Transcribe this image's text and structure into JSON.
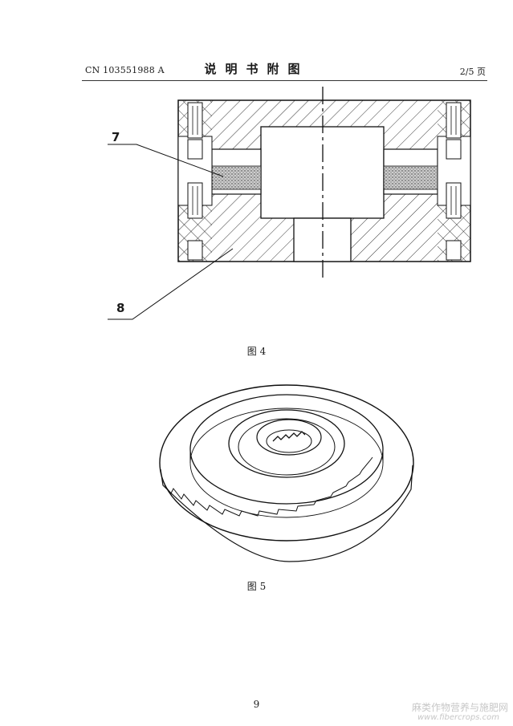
{
  "header": {
    "publication_number": "CN 103551988 A",
    "title": "说明书附图",
    "page_fraction": "2/5 页"
  },
  "figures": [
    {
      "caption": "图 4",
      "callouts": [
        "7",
        "8"
      ]
    },
    {
      "caption": "图 5"
    }
  ],
  "footer": {
    "page_number": "9",
    "watermark_line1": "麻类作物营养与施肥网",
    "watermark_line2": "www.fibercrops.com"
  },
  "colors": {
    "ink": "#1a1a1a",
    "watermark": "#c7c7c7"
  }
}
